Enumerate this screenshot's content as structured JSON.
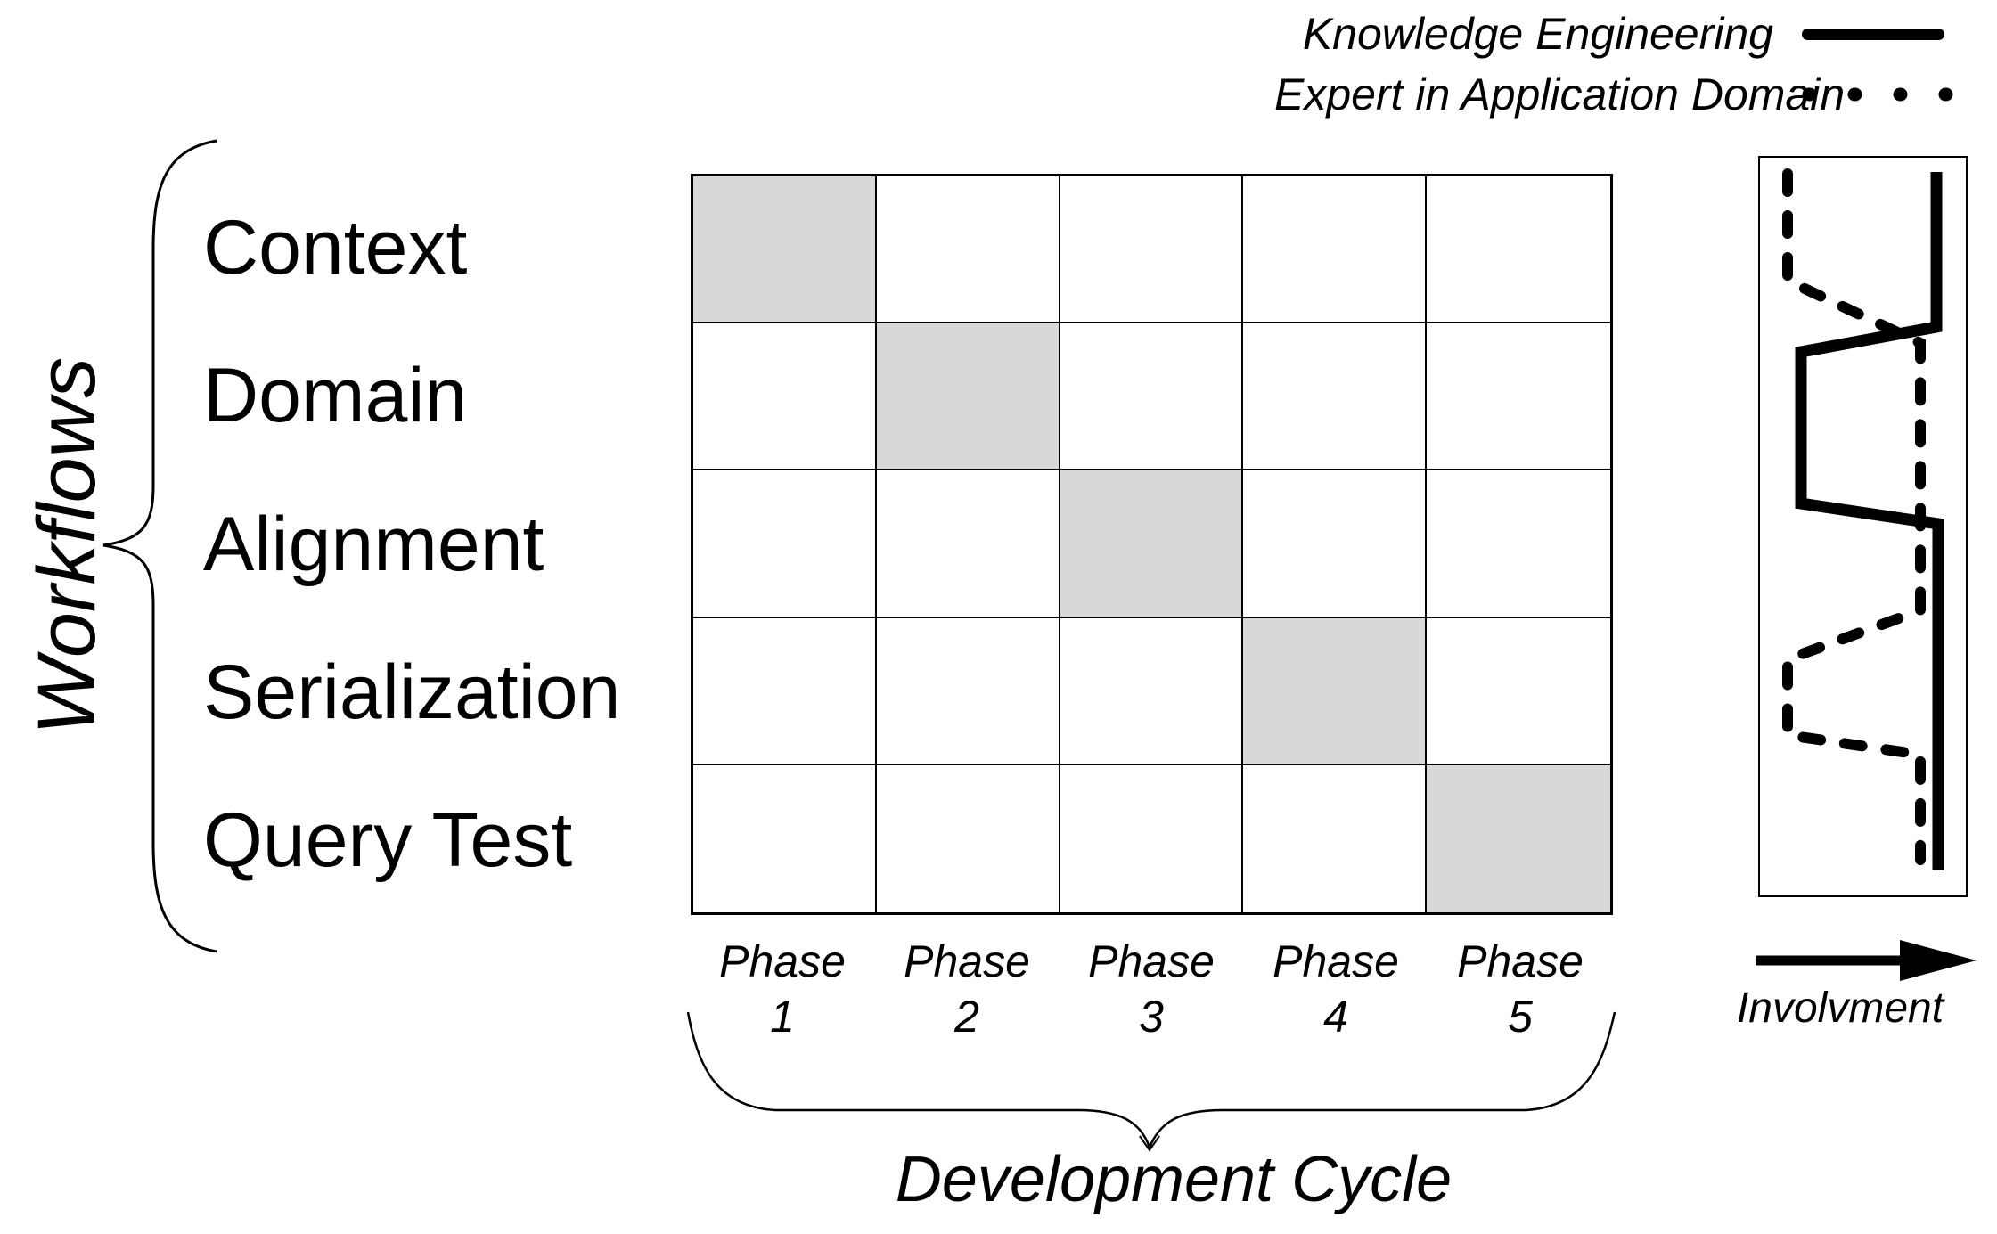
{
  "figure": {
    "legend": {
      "items": [
        {
          "label": "Knowledge Engineering",
          "line_style": "solid"
        },
        {
          "label": "Expert in Application Domain",
          "line_style": "dotted"
        }
      ]
    },
    "workflows": {
      "axis_label": "Workflows",
      "items": [
        "Context",
        "Domain",
        "Alignment",
        "Serialization",
        "Query Test"
      ]
    },
    "matrix": {
      "rows": 5,
      "cols": 5,
      "shaded_cells": [
        [
          0,
          0
        ],
        [
          1,
          1
        ],
        [
          2,
          2
        ],
        [
          3,
          3
        ],
        [
          4,
          4
        ]
      ],
      "shaded_color": "#d8d8d8"
    },
    "phases": {
      "items": [
        {
          "word": "Phase",
          "number": "1"
        },
        {
          "word": "Phase",
          "number": "2"
        },
        {
          "word": "Phase",
          "number": "3"
        },
        {
          "word": "Phase",
          "number": "4"
        },
        {
          "word": "Phase",
          "number": "5"
        }
      ]
    },
    "development_cycle_label": "Development Cycle",
    "involvement": {
      "label": "Involvment",
      "curves": [
        {
          "name": "Knowledge Engineering",
          "style": "solid"
        },
        {
          "name": "Expert in Application Domain",
          "style": "dotted"
        }
      ]
    },
    "colors": {
      "ink": "#000000",
      "background": "#ffffff",
      "shaded": "#d8d8d8"
    }
  }
}
